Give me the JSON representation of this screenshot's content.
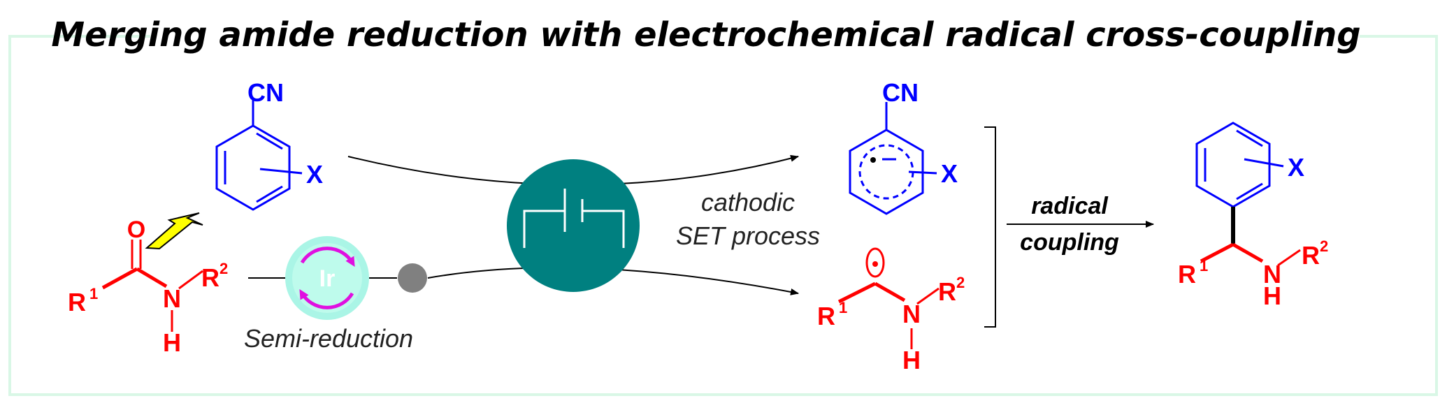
{
  "title": "Merging amide reduction with electrochemical radical cross-coupling",
  "colors": {
    "frame": "#d9f7e6",
    "structure_red": "#ff0000",
    "structure_blue": "#0000ff",
    "electrode_teal": "#008080",
    "catalyst_fill": "#aaf5e6",
    "catalyst_arrows": "#e010e0",
    "bolt": "#ffff00",
    "grey_dot": "#808080"
  },
  "left_amide": {
    "oxygen": "O",
    "r1": "R",
    "r1_sup": "1",
    "nitrogen": "N",
    "r2": "R",
    "r2_sup": "2",
    "hydrogen": "H"
  },
  "top_left_arene": {
    "substituent_cn": "CN",
    "substituent_x": "X"
  },
  "catalyst": {
    "label": "Ir"
  },
  "semi_reduction_label": "Semi-reduction",
  "electrode_icon": "battery-icon",
  "cathodic_label": {
    "line1": "cathodic",
    "line2": "SET process"
  },
  "aryl_radical": {
    "substituent_cn": "CN",
    "substituent_x": "X"
  },
  "alpha_amino_radical": {
    "r1": "R",
    "r1_sup": "1",
    "nitrogen": "N",
    "r2": "R",
    "r2_sup": "2",
    "hydrogen": "H"
  },
  "radical_coupling_label": {
    "line1": "radical",
    "line2": "coupling"
  },
  "product": {
    "substituent_x": "X",
    "r1": "R",
    "r1_sup": "1",
    "nitrogen": "N",
    "r2": "R",
    "r2_sup": "2",
    "hydrogen": "H"
  }
}
